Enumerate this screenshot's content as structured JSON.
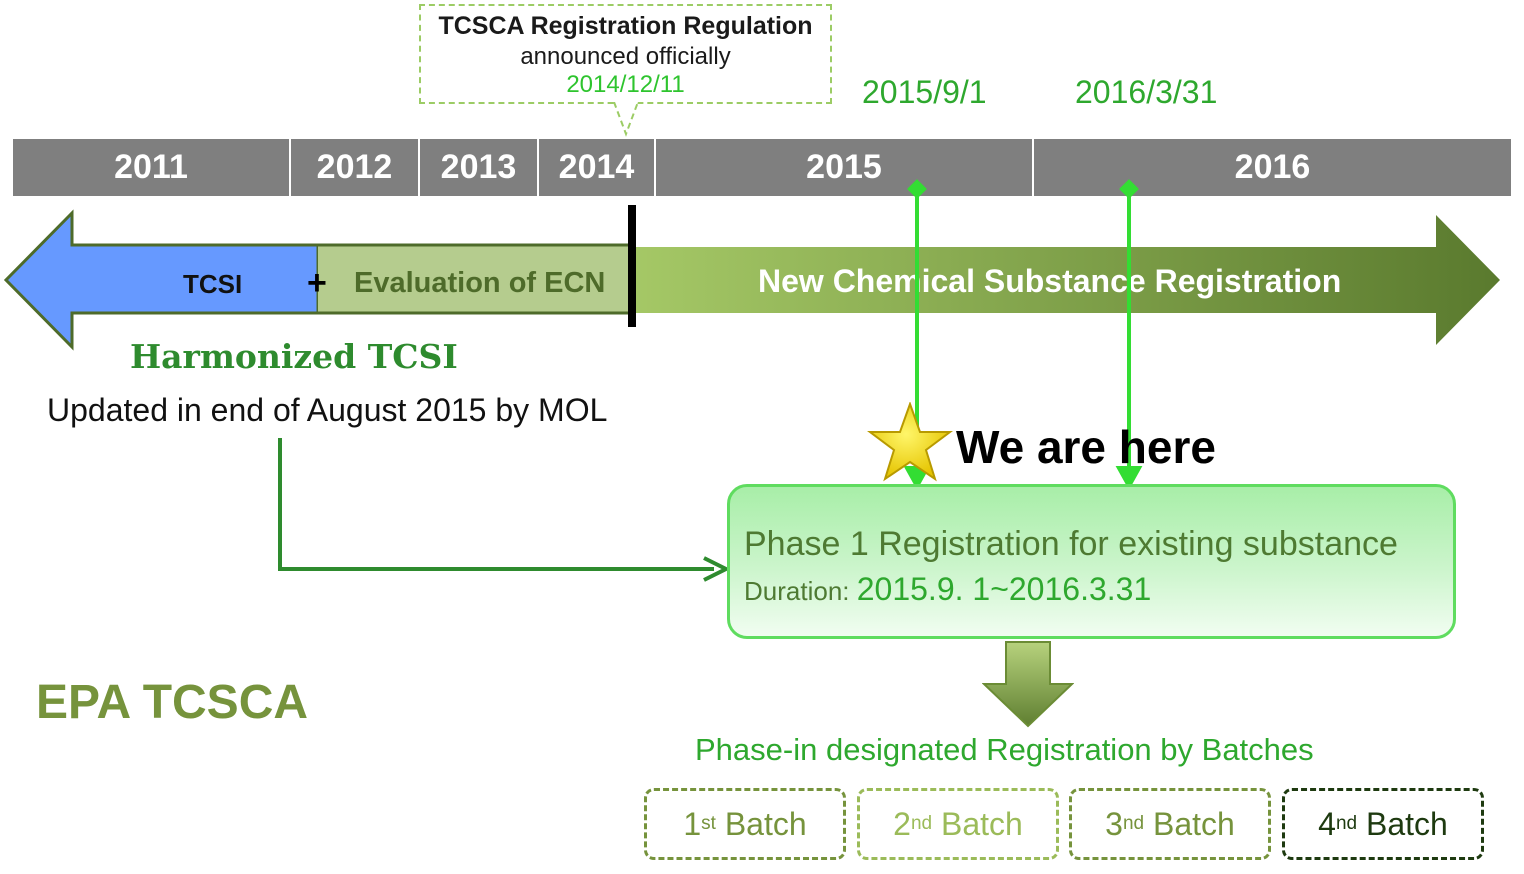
{
  "callout": {
    "title": "TCSCA Registration Regulation",
    "subtitle": "announced officially",
    "date": "2014/12/11"
  },
  "milestones": [
    {
      "label": "2015/9/1",
      "color": "#2ea82e"
    },
    {
      "label": "2016/3/31",
      "color": "#2ea82e"
    }
  ],
  "timeline": {
    "years": [
      "2011",
      "2012",
      "2013",
      "2014",
      "2015",
      "2016"
    ],
    "bar_color": "#7f7f7f"
  },
  "arrow": {
    "tcsi_label": "TCSI",
    "plus": "+",
    "ecn_label": "Evaluation of ECN",
    "ncs_label": "New Chemical Substance Registration",
    "colors": {
      "tcsi": "#6699ff",
      "ecn": "#b5cc8e",
      "ncs_start": "#9bc35a",
      "ncs_end": "#5f7f31"
    }
  },
  "harmonized": {
    "title": "Harmonized TCSI",
    "note": "Updated in end of August 2015 by MOL"
  },
  "marker": {
    "icon": "star-icon",
    "label": "We are here"
  },
  "phase1": {
    "title": "Phase 1 Registration for existing substance",
    "duration_label": "Duration:",
    "duration_value": "2015.9. 1~2016.3.31"
  },
  "agency": "EPA TCSCA",
  "phase_in": {
    "title": "Phase-in designated Registration by Batches",
    "batches": [
      {
        "num": "1",
        "suffix": "st",
        "word": "Batch",
        "color": "#76933c"
      },
      {
        "num": "2",
        "suffix": "nd",
        "word": "Batch",
        "color": "#9bbb59"
      },
      {
        "num": "3",
        "suffix": "nd",
        "word": "Batch",
        "color": "#76933c"
      },
      {
        "num": "4",
        "suffix": "nd",
        "word": "Batch",
        "color": "#1e3a10"
      }
    ]
  }
}
